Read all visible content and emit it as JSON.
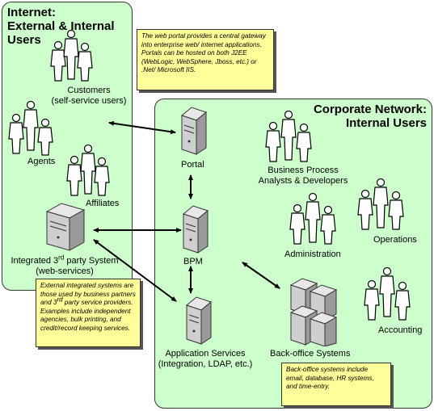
{
  "zones": {
    "internet": {
      "title_line1": "Internet:",
      "title_line2": "External & Internal",
      "title_line3": "Users"
    },
    "corporate": {
      "title_line1": "Corporate Network:",
      "title_line2": "Internal Users"
    }
  },
  "labels": {
    "customers_line1": "Customers",
    "customers_line2": "(self-service users)",
    "agents": "Agents",
    "affiliates": "Affiliates",
    "integrated_prefix": "Integrated 3",
    "integrated_sup": "rd",
    "integrated_suffix": " party System",
    "integrated_line2": "(web-services)",
    "portal": "Portal",
    "bpm": "BPM",
    "app_services_line1": "Application Services",
    "app_services_line2": "(Integration, LDAP, etc.)",
    "back_office": "Back-office Systems",
    "bpa_line1": "Business Process",
    "bpa_line2": "Analysts & Developers",
    "operations": "Operations",
    "administration": "Administration",
    "accounting": "Accounting"
  },
  "notes": {
    "portal": "The web portal provides a central gateway into enterprise web/ internet applications. Portals can be hosted on both J2EE (WebLogic, WebSphere, Jboss, etc.) or .Net/ Microsoft IIS.",
    "integrated_part1": "External integrated systems are those used by business partners and 3",
    "integrated_sup": "rd",
    "integrated_part2": " party service providers. Examples include independent agencies, bulk printing, and credit/record keeping services.",
    "backoffice": "Back-office systems include email, database, HR systems, and time-entry."
  },
  "colors": {
    "zone_fill": "#ccffcc",
    "note_fill": "#ffff99"
  }
}
